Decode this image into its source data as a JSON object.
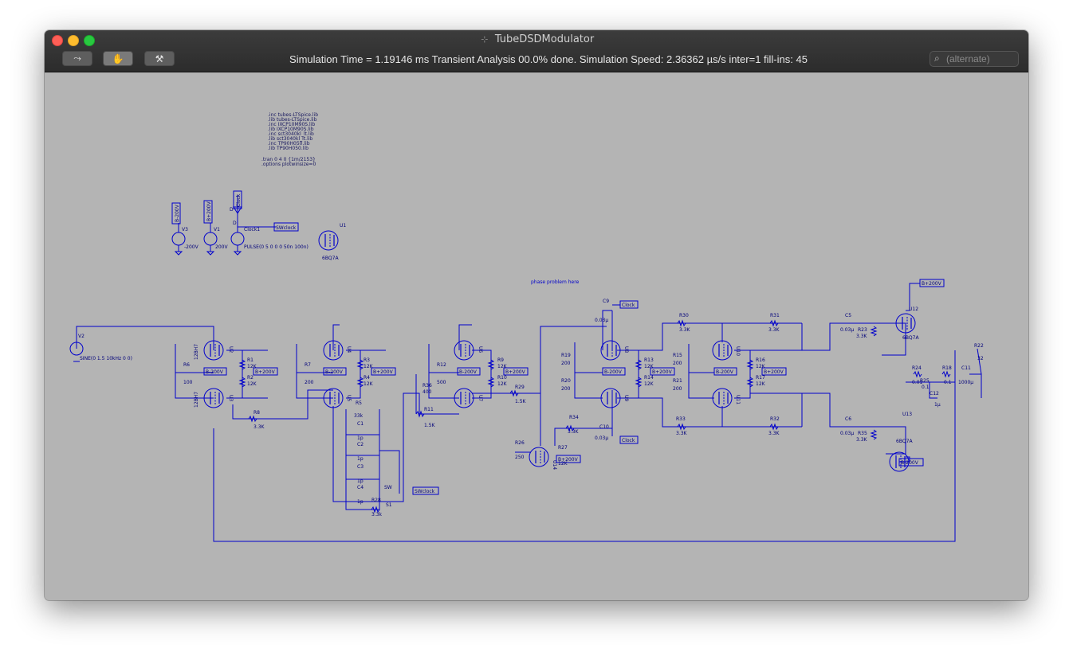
{
  "window": {
    "title": "TubeDSDModulator",
    "title_icon": "schematic-icon"
  },
  "toolbar": {
    "tools": [
      {
        "name": "probe-tool",
        "glyph": "⤳"
      },
      {
        "name": "hand-tool",
        "glyph": "✋"
      },
      {
        "name": "hammer-tool",
        "glyph": "⚒"
      }
    ],
    "status": "Simulation Time = 1.19146 ms  Transient Analysis 00.0% done. Simulation Speed: 2.36362 µs/s inter=1 fill-ins: 45",
    "search_placeholder": "(alternate)"
  },
  "colors": {
    "canvas_bg": "#b4b4b4",
    "wire": "#0000cc",
    "text": "#00007a"
  },
  "schematic": {
    "directives": [
      ".inc tubes-LTSpice.lib",
      ".lib tubes-LTSpice.lib",
      ".inc IXCP10M90S.lib",
      ".lib IXCP10M90S.lib",
      ".inc sct3040kl_lt.lib",
      ".lib sct3040kl_lt.lib",
      ".inc TP90H050.lib",
      ".lib TP90H050.lib"
    ],
    "tran": ".tran 0 4 0 {1m/2153}",
    "options": ".options plotwinsize=0",
    "note": "phase problem here",
    "sources": {
      "v3_name": "V3",
      "v3_value": "-200V",
      "v3_net": "B-200V",
      "v1_name": "V1",
      "v1_value": "200V",
      "v1_net": "B+200V",
      "clock_name": "Clock1",
      "clock_value": "PULSE(0 5 0 0 0 50n 100n)",
      "clock_net": "Clock",
      "swclock_net": "SWclock",
      "v2_name": "V2",
      "v2_value": "SINE(0 1.5 10kHz 0 0)"
    },
    "labels": {
      "bplus": "B+200V",
      "bminus": "B-200V",
      "clock": "Clock",
      "swclock": "SWclock",
      "u1": "U1",
      "tube_6bq7a": "6BQ7A",
      "tube_12bh7": "12BH7",
      "u2": "U2",
      "u3": "U3",
      "u4": "U4",
      "u5": "U5",
      "u6": "U6",
      "u7": "U7",
      "u8": "U8",
      "u9": "U9",
      "u10": "U10",
      "u11": "U11",
      "u12": "U12",
      "u13": "U13",
      "u14": "U14",
      "r1": "R1",
      "r2": "R2",
      "r3": "R3",
      "r4": "R4",
      "r5": "R5",
      "r6": "R6",
      "r7": "R7",
      "r8": "R8",
      "r9": "R9",
      "r10": "R10",
      "r11": "R11",
      "r12": "R12",
      "r13": "R13",
      "r14": "R14",
      "r15": "R15",
      "r16": "R16",
      "r17": "R17",
      "r18": "R18",
      "r19": "R19",
      "r20": "R20",
      "r21": "R21",
      "r22": "R22",
      "r23": "R23",
      "r24": "R24",
      "r25": "R25",
      "r26": "R26",
      "r27": "R27",
      "r28": "R28",
      "r29": "R29",
      "r30": "R30",
      "r31": "R31",
      "r32": "R32",
      "r33": "R33",
      "r34": "R34",
      "r35": "R35",
      "r36": "R36",
      "c1": "C1",
      "c2": "C2",
      "c3": "C3",
      "c4": "C4",
      "c5": "C5",
      "c6": "C6",
      "c9": "C9",
      "c10": "C10",
      "c11": "C11",
      "c12": "C12",
      "sw": "SW",
      "s1": "S1",
      "d": "D",
      "v_12k": "12K",
      "v_100": "100",
      "v_200": "200",
      "v_33k": "33k",
      "v_3_3k": "3.3K",
      "v_3_3k_l": "3.3k",
      "v_1p": "1p",
      "v_500": "500",
      "v_400": "400",
      "v_1_5k": "1.5K",
      "v_250": "250",
      "v_0_03u": "0.03µ",
      "v_0_01": "0.01",
      "v_0_1": "0.1",
      "v_32": "32",
      "v_1000u": "1000µ",
      "v_1u": "1µ"
    }
  }
}
